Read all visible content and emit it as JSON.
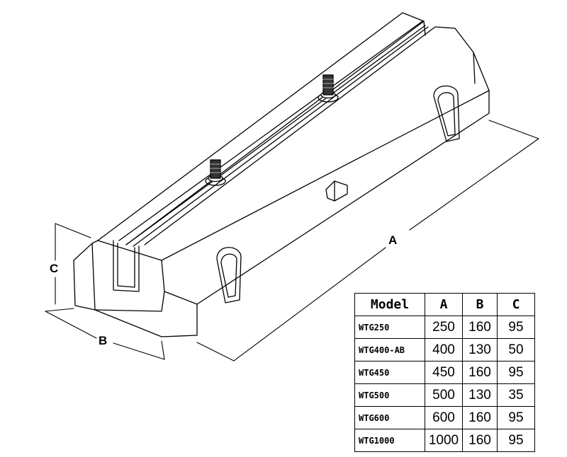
{
  "dimensions": {
    "a": "A",
    "b": "B",
    "c": "C"
  },
  "table": {
    "headers": [
      "Model",
      "A",
      "B",
      "C"
    ],
    "rows": [
      [
        "WTG250",
        "250",
        "160",
        "95"
      ],
      [
        "WTG400-AB",
        "400",
        "130",
        "50"
      ],
      [
        "WTG450",
        "450",
        "160",
        "95"
      ],
      [
        "WTG500",
        "500",
        "130",
        "35"
      ],
      [
        "WTG600",
        "600",
        "160",
        "95"
      ],
      [
        "WTG1000",
        "1000",
        "160",
        "95"
      ]
    ]
  }
}
